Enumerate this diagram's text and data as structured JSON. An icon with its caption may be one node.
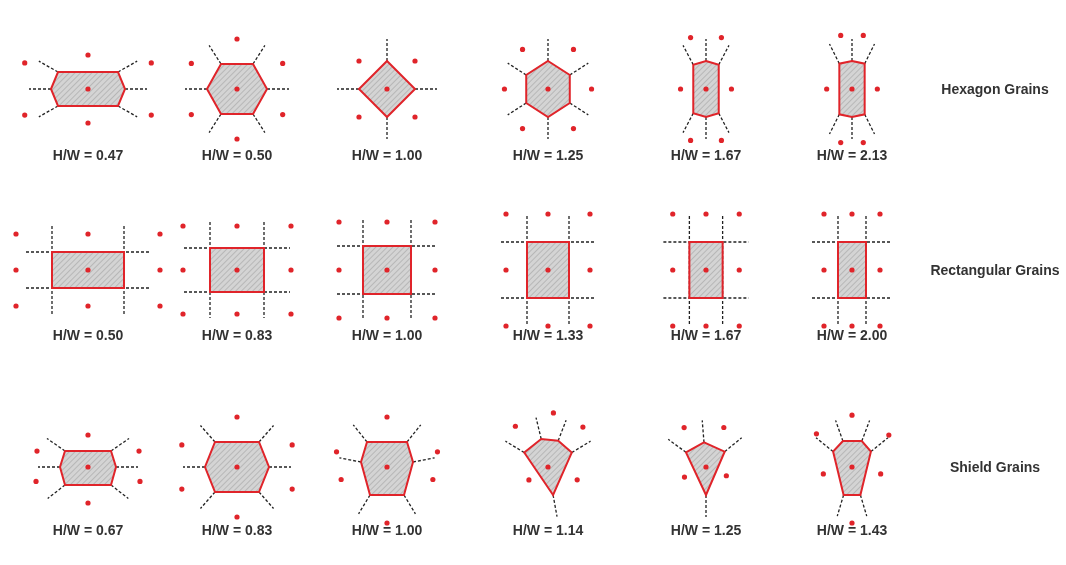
{
  "diagram": {
    "labels": [
      "Hexagon Grains",
      "H/W = 0.47",
      "H/W = 0.50",
      "H/W = 1.00",
      "H/W = 1.25",
      "H/W = 1.67",
      "H/W = 2.13",
      "Rectangular Grains",
      "H/W = 0.50",
      "H/W = 0.83",
      "H/W = 1.00",
      "H/W = 1.33",
      "H/W = 1.67",
      "H/W = 2.00",
      "Shield Grains",
      "H/W = 0.67",
      "H/W = 0.83",
      "H/W = 1.00",
      "H/W = 1.14",
      "H/W = 1.25",
      "H/W = 1.43"
    ]
  }
}
